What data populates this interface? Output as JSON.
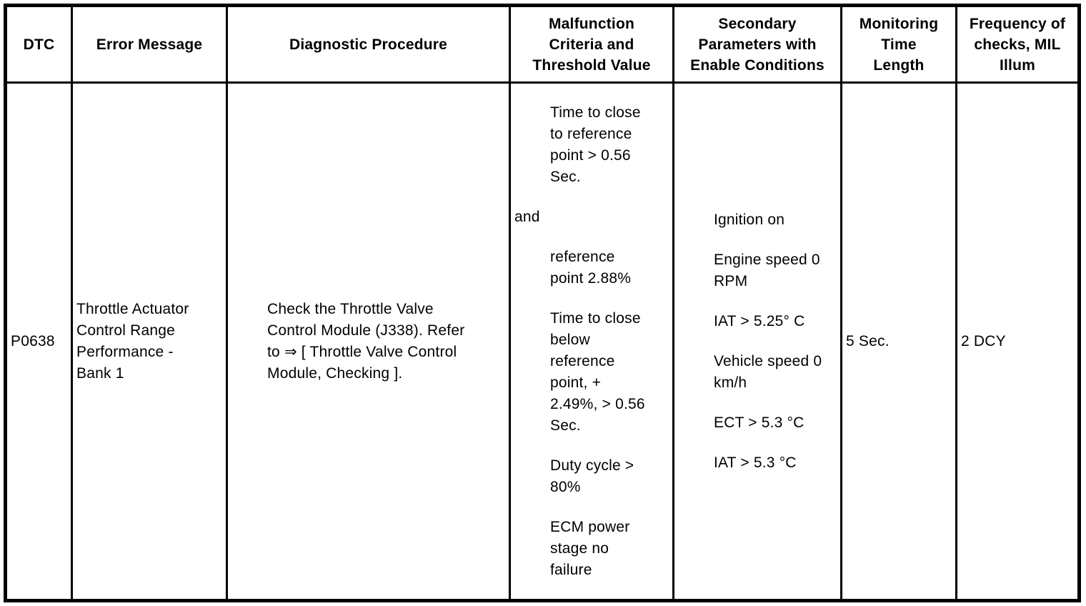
{
  "colors": {
    "border": "#000000",
    "text": "#000000",
    "background": "#ffffff"
  },
  "table": {
    "headers": [
      "DTC",
      "Error Message",
      "Diagnostic Procedure",
      "Malfunction\nCriteria and\nThreshold Value",
      "Secondary\nParameters with\nEnable Conditions",
      "Monitoring\nTime\nLength",
      "Frequency of\nchecks, MIL\nIllum"
    ],
    "row": {
      "dtc": "P0638",
      "error_message": "Throttle Actuator\nControl Range\nPerformance -\nBank 1",
      "diagnostic_procedure": [
        {
          "bullet": true,
          "text": "Check the Throttle Valve\nControl Module (J338). Refer\nto ⇒ [ Throttle Valve Control\nModule, Checking ]."
        }
      ],
      "malfunction_criteria": [
        {
          "bullet": true,
          "text": "Time to close\nto reference\npoint > 0.56\nSec."
        },
        {
          "bullet": false,
          "text": "and"
        },
        {
          "bullet": true,
          "text": "reference\npoint 2.88%"
        },
        {
          "bullet": true,
          "text": "Time to close\nbelow\nreference\npoint, +\n2.49%, > 0.56\nSec."
        },
        {
          "bullet": true,
          "text": "Duty cycle >\n80%"
        },
        {
          "bullet": true,
          "text": "ECM power\nstage no\nfailure"
        }
      ],
      "secondary_parameters": [
        "Ignition on",
        "Engine speed 0\nRPM",
        "IAT > 5.25° C",
        "Vehicle speed 0\nkm/h",
        "ECT > 5.3 °C",
        "IAT > 5.3 °C"
      ],
      "monitoring_time": "5 Sec.",
      "frequency": "2 DCY"
    }
  }
}
